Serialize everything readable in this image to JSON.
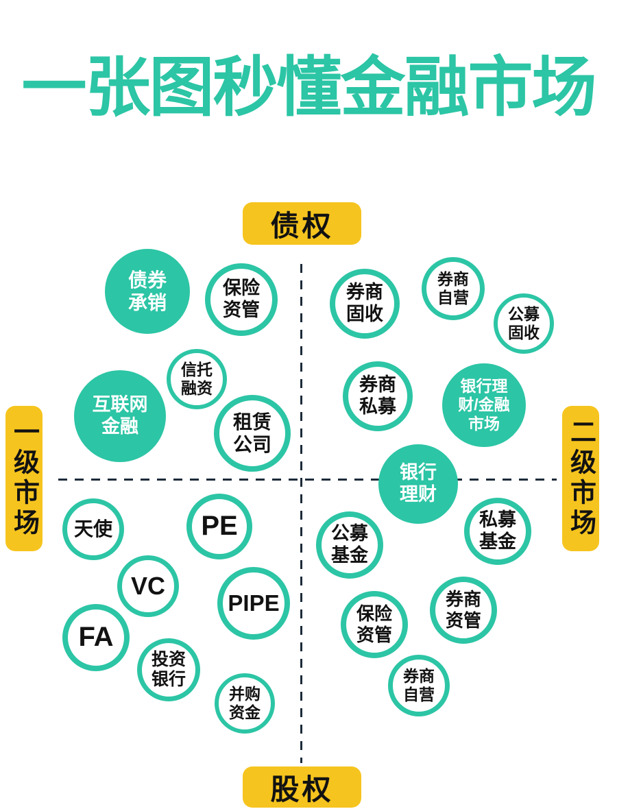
{
  "title": "一张图秒懂金融市场",
  "axis_labels": {
    "top": "债权",
    "bottom": "股权",
    "left": "一级市场",
    "right": "二级市场"
  },
  "colors": {
    "teal": "#2CC5A5",
    "yellow": "#F6C41E",
    "ink": "#121212",
    "dash": "#1C2B3A"
  },
  "circles": [
    {
      "label": "债券\n承销",
      "variant": "filled",
      "quadrant": "primary-debt"
    },
    {
      "label": "保险\n资管",
      "variant": "outline",
      "quadrant": "primary-debt"
    },
    {
      "label": "信托\n融资",
      "variant": "outline",
      "quadrant": "primary-debt"
    },
    {
      "label": "互联网\n金融",
      "variant": "filled",
      "quadrant": "primary-debt"
    },
    {
      "label": "租赁\n公司",
      "variant": "outline",
      "quadrant": "primary-debt"
    },
    {
      "label": "券商\n固收",
      "variant": "outline",
      "quadrant": "secondary-debt"
    },
    {
      "label": "券商\n自营",
      "variant": "outline",
      "quadrant": "secondary-debt"
    },
    {
      "label": "公募\n固收",
      "variant": "outline",
      "quadrant": "secondary-debt"
    },
    {
      "label": "券商\n私募",
      "variant": "outline",
      "quadrant": "secondary-debt"
    },
    {
      "label": "银行理\n财/金融\n市场",
      "variant": "filled",
      "quadrant": "secondary-debt"
    },
    {
      "label": "银行\n理财",
      "variant": "filled",
      "quadrant": "center"
    },
    {
      "label": "天使",
      "variant": "outline",
      "quadrant": "primary-equity"
    },
    {
      "label": "PE",
      "variant": "outline",
      "quadrant": "primary-equity"
    },
    {
      "label": "VC",
      "variant": "outline",
      "quadrant": "primary-equity"
    },
    {
      "label": "FA",
      "variant": "outline",
      "quadrant": "primary-equity"
    },
    {
      "label": "PIPE",
      "variant": "outline",
      "quadrant": "primary-equity"
    },
    {
      "label": "投资\n银行",
      "variant": "outline",
      "quadrant": "primary-equity"
    },
    {
      "label": "并购\n资金",
      "variant": "outline",
      "quadrant": "primary-equity"
    },
    {
      "label": "公募\n基金",
      "variant": "outline",
      "quadrant": "secondary-equity"
    },
    {
      "label": "私募\n基金",
      "variant": "outline",
      "quadrant": "secondary-equity"
    },
    {
      "label": "保险\n资管",
      "variant": "outline",
      "quadrant": "secondary-equity"
    },
    {
      "label": "券商\n资管",
      "variant": "outline",
      "quadrant": "secondary-equity"
    },
    {
      "label": "券商\n自营",
      "variant": "outline",
      "quadrant": "secondary-equity"
    }
  ]
}
